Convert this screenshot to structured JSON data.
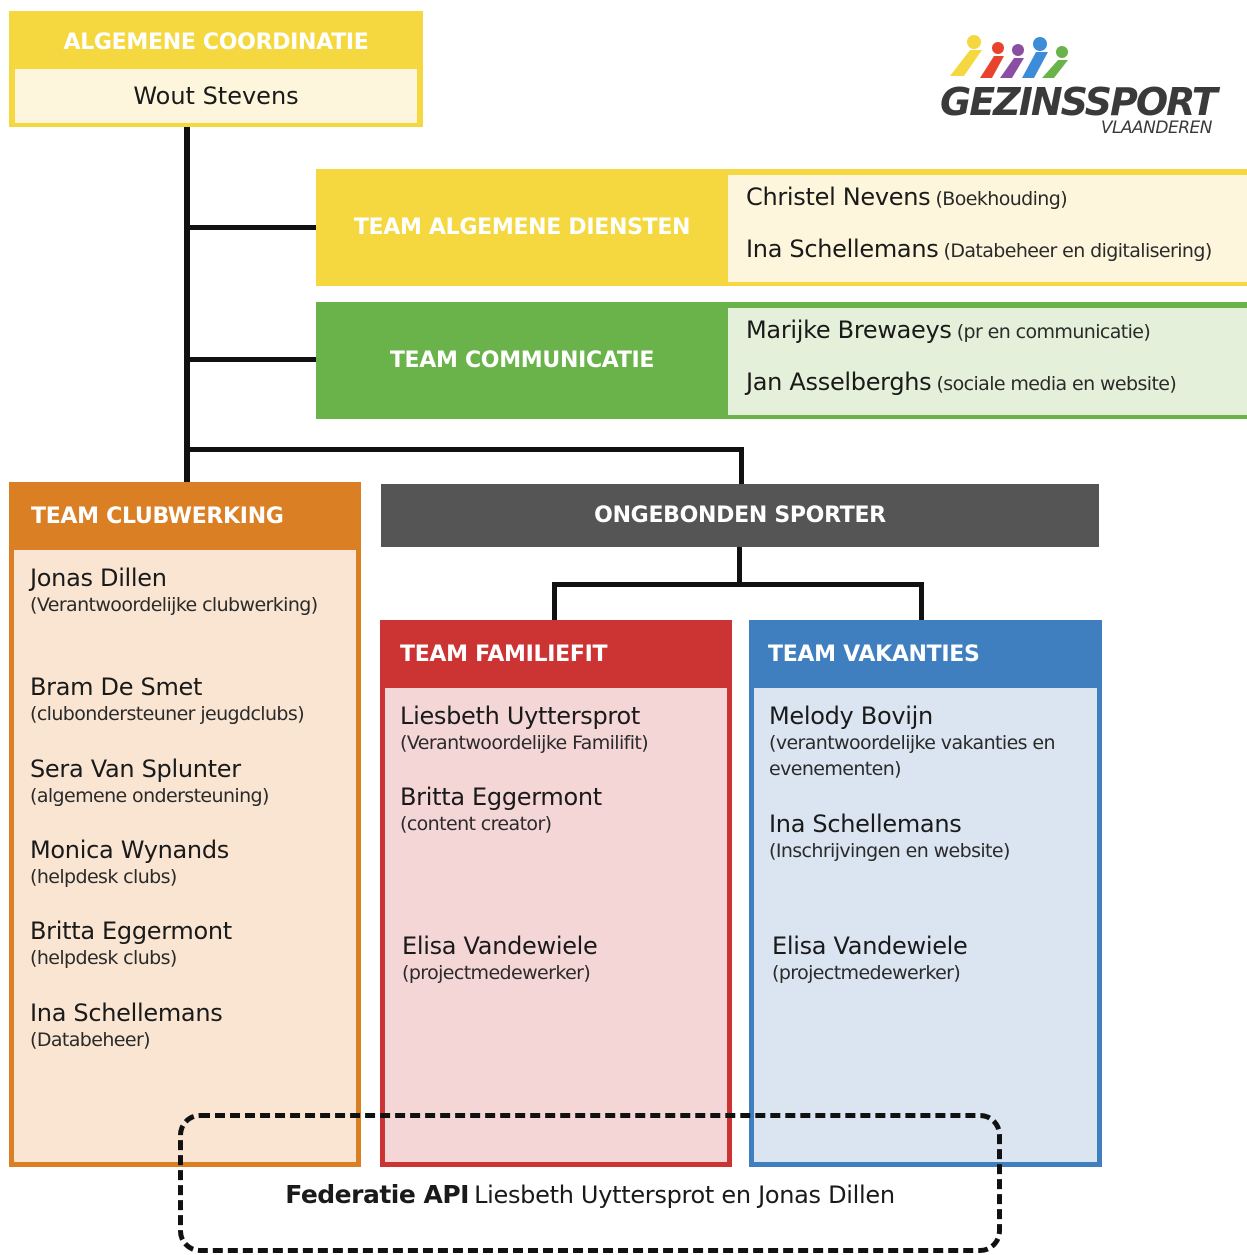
{
  "coordination": {
    "title": "ALGEMENE COORDINATIE",
    "person": "Wout Stevens"
  },
  "logo": {
    "brand": "GEZINSSPORT",
    "sub": "VLAANDEREN"
  },
  "algemene_diensten": {
    "title": "TEAM ALGEMENE DIENSTEN",
    "members": [
      {
        "name": "Christel Nevens",
        "role": "(Boekhouding)"
      },
      {
        "name": "Ina Schellemans",
        "role": "(Databeheer en digitalisering)"
      }
    ]
  },
  "communicatie": {
    "title": "TEAM COMMUNICATIE",
    "members": [
      {
        "name": "Marijke Brewaeys",
        "role": "(pr en communicatie)"
      },
      {
        "name": "Jan Asselberghs",
        "role": "(sociale media en website)"
      }
    ]
  },
  "clubwerking": {
    "title": "TEAM CLUBWERKING",
    "members": [
      {
        "name": "Jonas Dillen",
        "role": "(Verantwoordelijke clubwerking)"
      },
      {
        "name": "Bram De Smet",
        "role": "(clubondersteuner jeugdclubs)"
      },
      {
        "name": "Sera Van Splunter",
        "role": "(algemene ondersteuning)"
      },
      {
        "name": "Monica Wynands",
        "role": "(helpdesk clubs)"
      },
      {
        "name": "Britta Eggermont",
        "role": "(helpdesk clubs)"
      },
      {
        "name": "Ina Schellemans",
        "role": "(Databeheer)"
      }
    ]
  },
  "ongebonden": {
    "title": "ONGEBONDEN SPORTER"
  },
  "familiefit": {
    "title": "TEAM FAMILIEFIT",
    "members": [
      {
        "name": "Liesbeth Uyttersprot",
        "role": "(Verantwoordelijke Familifit)"
      },
      {
        "name": "Britta Eggermont",
        "role": "(content creator)"
      },
      {
        "name": "Elisa Vandewiele",
        "role": "(projectmedewerker)"
      }
    ]
  },
  "vakanties": {
    "title": "TEAM VAKANTIES",
    "members": [
      {
        "name": "Melody Bovijn",
        "role": "(verantwoordelijke vakanties en evenementen)"
      },
      {
        "name": "Ina Schellemans",
        "role": "(Inschrijvingen en website)"
      },
      {
        "name": "Elisa Vandewiele",
        "role": "(projectmedewerker)"
      }
    ]
  },
  "federatie": {
    "label": "Federatie API",
    "text": "Liesbeth Uyttersprot en Jonas Dillen"
  },
  "colors": {
    "yellow": "#f5d83f",
    "yellow_light": "#fdf6dc",
    "green": "#6ab34a",
    "green_light": "#e4f0d9",
    "orange": "#db7f24",
    "orange_light": "#f9e5d2",
    "grey": "#555555",
    "red": "#cc3333",
    "red_light": "#f5d6d6",
    "blue": "#3f7fbf",
    "blue_light": "#dbe5f1"
  }
}
